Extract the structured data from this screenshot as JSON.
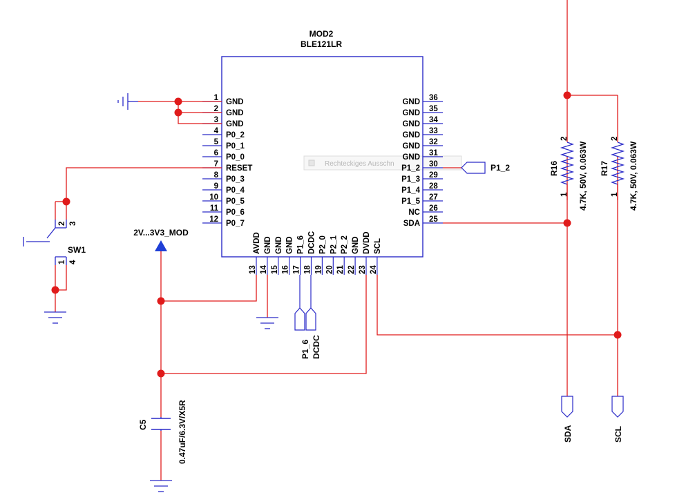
{
  "colors": {
    "wire": "#e01b1b",
    "component": "#2a2ac8",
    "junction": "#e01b1b",
    "power_flag": "#1f3fd6",
    "text": "#000000"
  },
  "module": {
    "designator": "MOD2",
    "part": "BLE121LR",
    "left_pins": [
      {
        "num": "1",
        "name": "GND"
      },
      {
        "num": "2",
        "name": "GND"
      },
      {
        "num": "3",
        "name": "GND"
      },
      {
        "num": "4",
        "name": "P0_2"
      },
      {
        "num": "5",
        "name": "P0_1"
      },
      {
        "num": "6",
        "name": "P0_0"
      },
      {
        "num": "7",
        "name": "RESET"
      },
      {
        "num": "8",
        "name": "P0_3"
      },
      {
        "num": "9",
        "name": "P0_4"
      },
      {
        "num": "10",
        "name": "P0_5"
      },
      {
        "num": "11",
        "name": "P0_6"
      },
      {
        "num": "12",
        "name": "P0_7"
      }
    ],
    "bottom_pins": [
      {
        "num": "13",
        "name": "AVDD"
      },
      {
        "num": "14",
        "name": "GND"
      },
      {
        "num": "15",
        "name": "GND"
      },
      {
        "num": "16",
        "name": "GND"
      },
      {
        "num": "17",
        "name": "P1_6"
      },
      {
        "num": "18",
        "name": "DCDC"
      },
      {
        "num": "19",
        "name": "P2_0"
      },
      {
        "num": "20",
        "name": "P2_1"
      },
      {
        "num": "21",
        "name": "P2_2"
      },
      {
        "num": "22",
        "name": "GND"
      },
      {
        "num": "23",
        "name": "DVDD"
      },
      {
        "num": "24",
        "name": "SCL"
      }
    ],
    "right_pins": [
      {
        "num": "36",
        "name": "GND"
      },
      {
        "num": "35",
        "name": "GND"
      },
      {
        "num": "34",
        "name": "GND"
      },
      {
        "num": "33",
        "name": "GND"
      },
      {
        "num": "32",
        "name": "GND"
      },
      {
        "num": "31",
        "name": "GND"
      },
      {
        "num": "30",
        "name": "P1_2"
      },
      {
        "num": "29",
        "name": "P1_3"
      },
      {
        "num": "28",
        "name": "P1_4"
      },
      {
        "num": "27",
        "name": "P1_5"
      },
      {
        "num": "26",
        "name": "NC"
      },
      {
        "num": "25",
        "name": "SDA"
      }
    ]
  },
  "ports": {
    "p1_2": "P1_2",
    "p1_6": "P1_6",
    "dcdc": "DCDC",
    "sda": "SDA",
    "scl": "SCL"
  },
  "power": {
    "supply_label": "2V...3V3_MOD"
  },
  "switch": {
    "designator": "SW1",
    "pins": [
      "2",
      "3",
      "1",
      "4"
    ]
  },
  "capacitor": {
    "designator": "C5",
    "value": "0.47uF/6.3V/X5R"
  },
  "resistors": [
    {
      "designator": "R16",
      "value": "4.7K, 50V, 0.063W",
      "pin_top": "2",
      "pin_bottom": "1"
    },
    {
      "designator": "R17",
      "value": "4.7K, 50V, 0.063W",
      "pin_top": "2",
      "pin_bottom": "1"
    }
  ],
  "overlay": {
    "tooltip": "Rechteckiges Ausschn"
  }
}
